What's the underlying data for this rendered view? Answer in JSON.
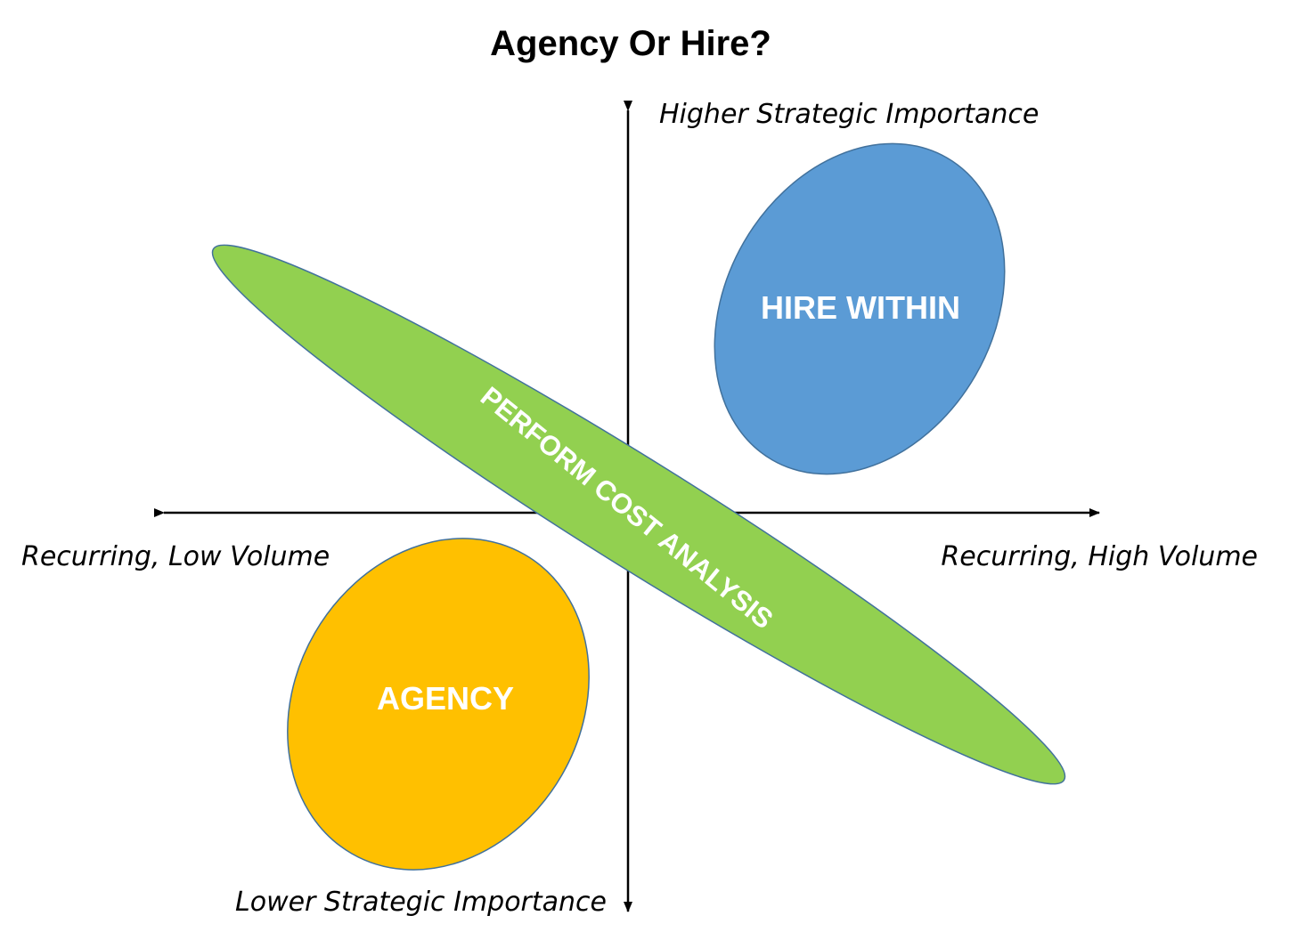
{
  "title": "Agency Or Hire?",
  "axes": {
    "top_label": "Higher Strategic Importance",
    "bottom_label": "Lower Strategic Importance",
    "left_label": "Recurring, Low Volume",
    "right_label": "Recurring, High Volume"
  },
  "regions": {
    "hire_within": {
      "label": "HIRE WITHIN",
      "color": "#5B9BD5"
    },
    "cost_analysis": {
      "label": "PERFORM COST ANALYSIS",
      "color": "#92D050"
    },
    "agency": {
      "label": "AGENCY",
      "color": "#FFC000"
    }
  },
  "colors": {
    "outline": "#41719C",
    "axis": "#000000",
    "region_text": "#ffffff"
  }
}
